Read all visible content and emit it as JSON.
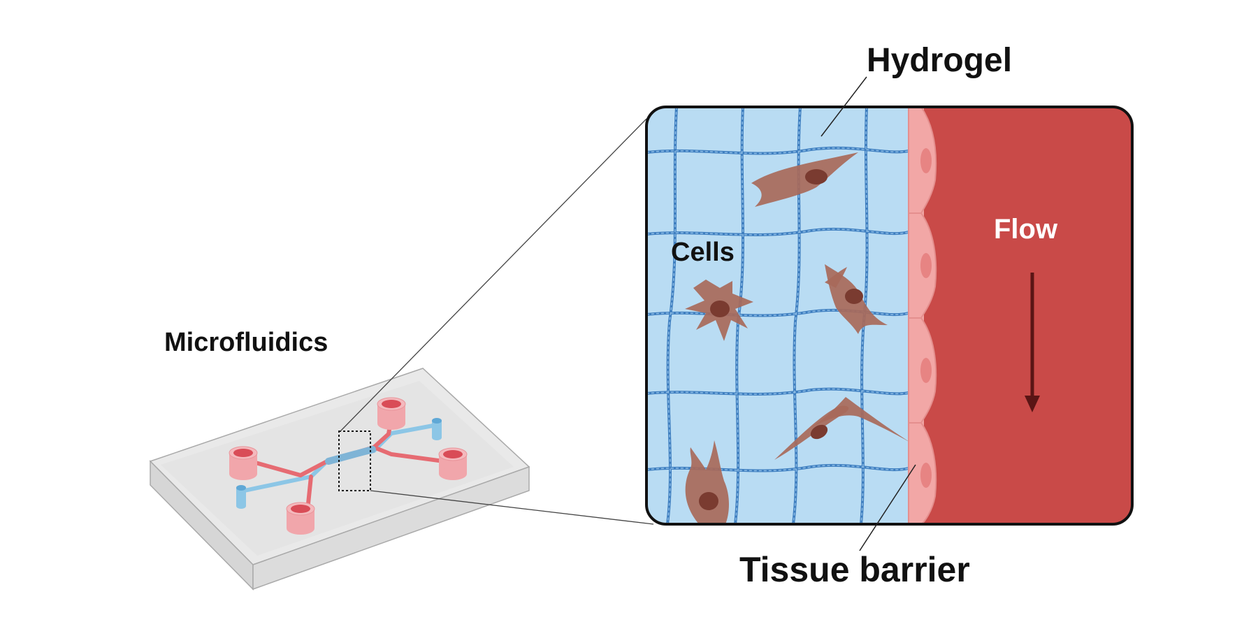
{
  "labels": {
    "microfluidics": "Microfluidics",
    "hydrogel": "Hydrogel",
    "cells": "Cells",
    "flow": "Flow",
    "tissue_barrier": "Tissue barrier"
  },
  "colors": {
    "hydrogel_bg": "#b9dcf3",
    "hydrogel_fiber": "#3f7fc0",
    "flow_channel": "#c94a48",
    "barrier_cell": "#f2a7a6",
    "barrier_nucleus": "#e78483",
    "cell_body": "#a8695a",
    "cell_nucleus": "#7a3b30",
    "flow_arrow": "#5a1515",
    "chip_red": "#e66b72",
    "chip_blue": "#8cc6e6",
    "chip_glass": "#e6e6e6"
  }
}
